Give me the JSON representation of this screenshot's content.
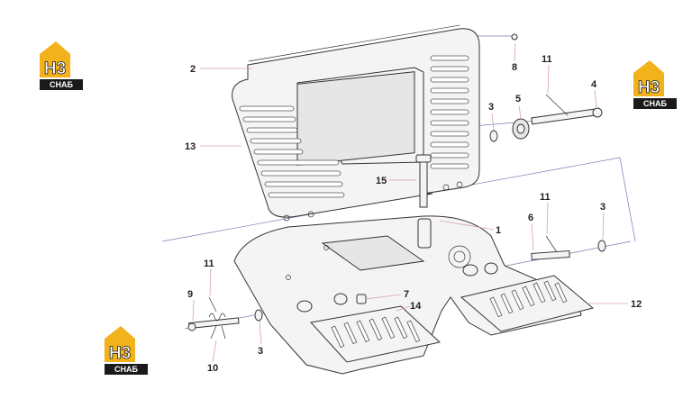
{
  "logo": {
    "mark": "H3",
    "caption": "СНАБ",
    "colors": {
      "gold": "#f2b21c",
      "dark": "#1a1a1a",
      "white": "#ffffff"
    }
  },
  "labels": {
    "l1": "1",
    "l2": "2",
    "l3a": "3",
    "l3b": "3",
    "l3c": "3",
    "l4": "4",
    "l5": "5",
    "l6": "6",
    "l7": "7",
    "l8": "8",
    "l9": "9",
    "l10": "10",
    "l11a": "11",
    "l11b": "11",
    "l11c": "11",
    "l12": "12",
    "l13": "13",
    "l14": "14",
    "l15": "15"
  }
}
